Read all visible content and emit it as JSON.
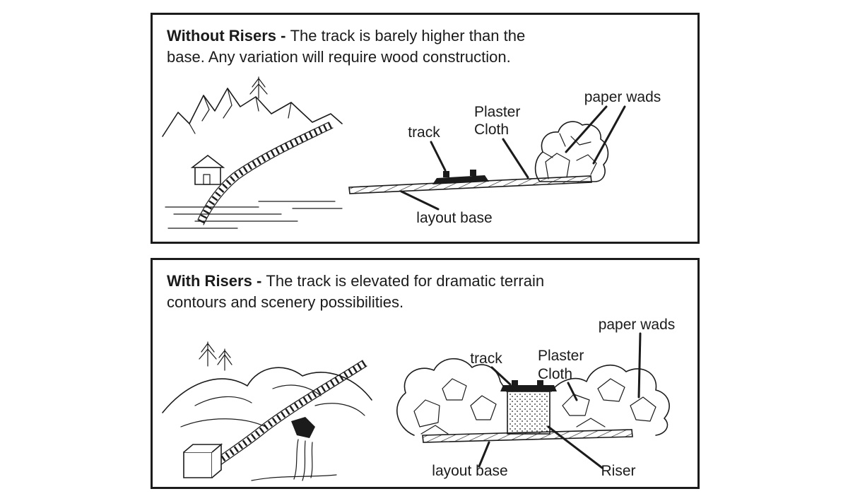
{
  "page": {
    "background": "#ffffff",
    "ink": "#1b1b1b"
  },
  "panels": {
    "without": {
      "title_bold": "Without Risers - ",
      "title_rest_line1": "The track is barely higher than the",
      "title_line2": "base. Any variation will require wood construction.",
      "labels": {
        "track": "track",
        "plaster_cloth_line1": "Plaster",
        "plaster_cloth_line2": "Cloth",
        "paper_wads": "paper wads",
        "layout_base": "layout base"
      }
    },
    "with": {
      "title_bold": "With Risers - ",
      "title_rest_line1": "The track is elevated for dramatic terrain",
      "title_line2": "contours and scenery possibilities.",
      "labels": {
        "track": "track",
        "plaster_cloth_line1": "Plaster",
        "plaster_cloth_line2": "Cloth",
        "paper_wads": "paper wads",
        "layout_base": "layout base",
        "riser": "Riser"
      }
    }
  }
}
